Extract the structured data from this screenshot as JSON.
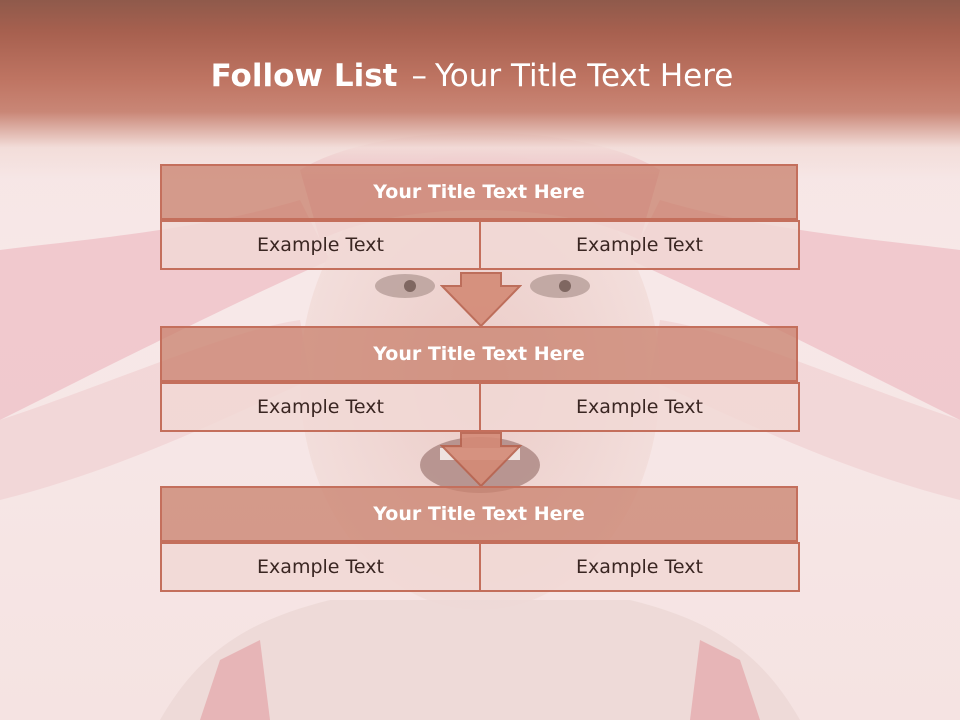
{
  "slide": {
    "title_bold": "Follow List",
    "title_separator": "–",
    "title_rest": "Your Title Text Here"
  },
  "blocks": [
    {
      "title": "Your Title Text Here",
      "left_text": "Example Text",
      "right_text": "Example Text"
    },
    {
      "title": "Your Title Text Here",
      "left_text": "Example Text",
      "right_text": "Example Text"
    },
    {
      "title": "Your Title Text Here",
      "left_text": "Example Text",
      "right_text": "Example Text"
    }
  ],
  "colors": {
    "header": "#b8705f",
    "box_border": "#c46f5c",
    "box_title_fill": "#d0937f",
    "box_cell_fill": "#efd8d5",
    "arrow_fill": "#d48a76"
  },
  "icons": {
    "connector": "down-arrow-icon"
  }
}
